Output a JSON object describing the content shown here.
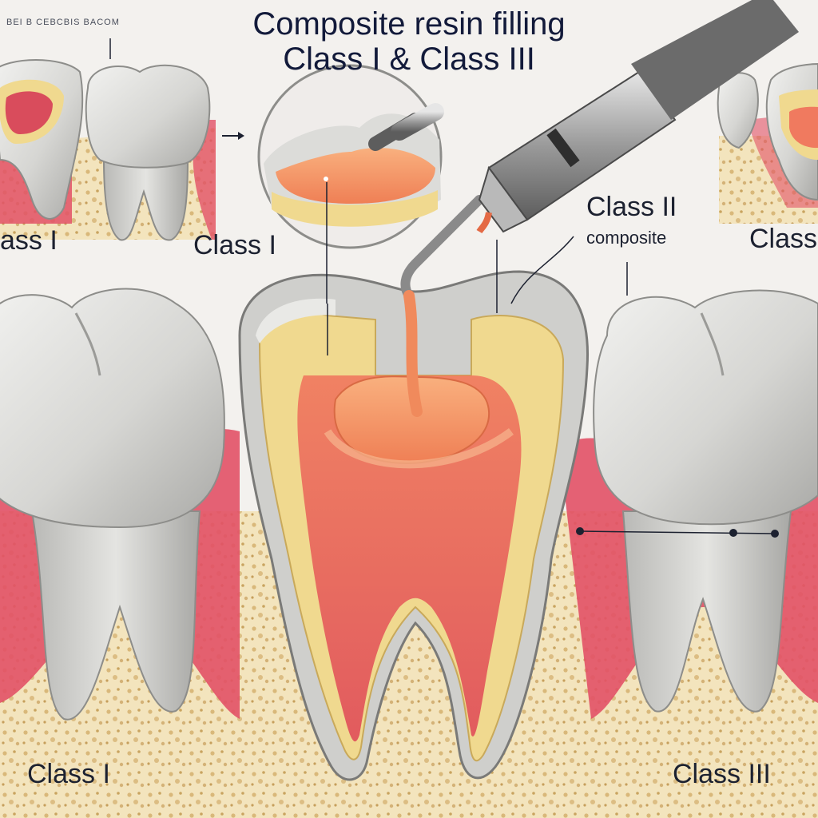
{
  "title": {
    "line1": "Composite resin filling",
    "line2": "Class I & Class III"
  },
  "top_note": "BEI B CEBCBIS BACOM",
  "labels": {
    "upper_left_partial": "ass I",
    "upper_mid": "Class I",
    "upper_right_class": "Class II",
    "upper_right_sub": "composite",
    "far_right_partial": "Class",
    "bottom_left": "Class I",
    "bottom_right": "Class III"
  },
  "colors": {
    "enamel": "#d9d9d6",
    "dentin": "#f0d98f",
    "pulp": "#e8605a",
    "gum": "#e25166",
    "bone": "#f2e2b8",
    "resin": "#f3935f",
    "title": "#121a3a"
  }
}
